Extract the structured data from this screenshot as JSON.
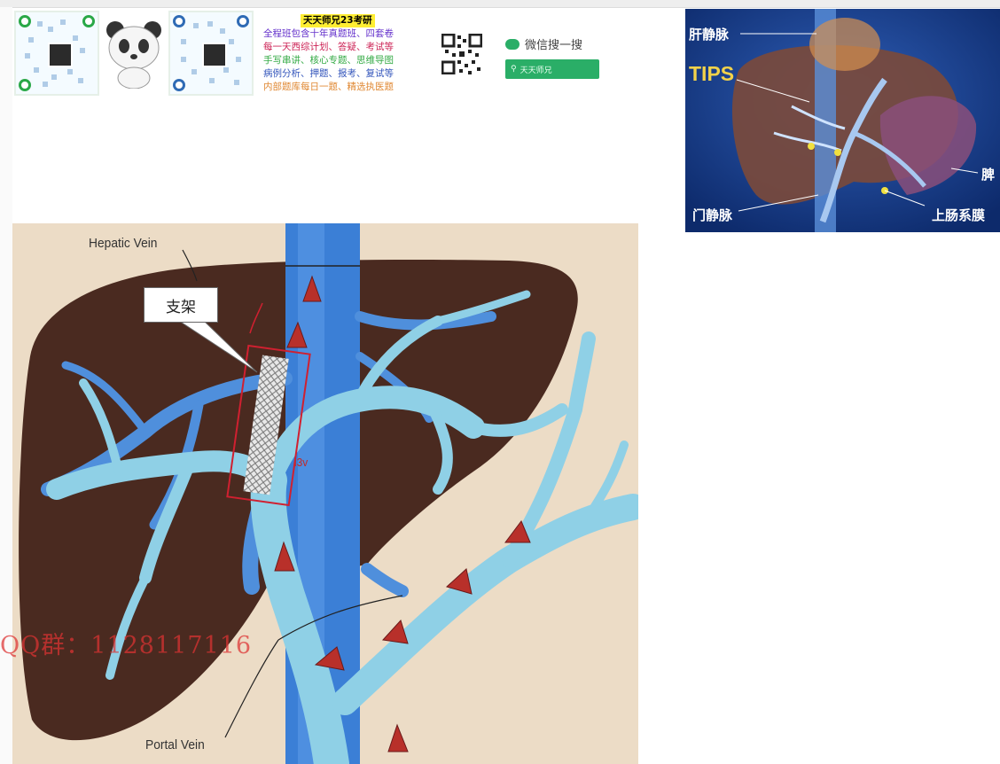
{
  "header": {
    "promo": {
      "title": "天天师兄23考研",
      "lines": [
        "全程班包含十年真题班、四套卷",
        "每一天西综计划、答疑、考试等",
        "手写串讲、核心专题、思维导图",
        "病例分析、押题、报考、复试等",
        "内部题库每日一题、精选执医题"
      ]
    },
    "wechat": {
      "label": "微信搜一搜",
      "search_value": "天天师兄",
      "search_icon": "search-icon"
    }
  },
  "tips_figure": {
    "labels": {
      "hepatic_vein": "肝静脉",
      "tips": "TIPS",
      "spleen": "脾",
      "portal_vein": "门静脉",
      "mesenteric": "上肠系膜"
    }
  },
  "liver_figure": {
    "labels": {
      "hepatic_vein": "Hepatic Vein",
      "portal_vein": "Portal Vein",
      "stent_callout": "支架",
      "annotation": "i3v"
    }
  },
  "watermark": "QQ群：1128117116",
  "colors": {
    "liver": "#4a2a20",
    "vein": "#7fc2dd",
    "ivc": "#3b7fd6",
    "arrow": "#b8302a",
    "tips_bg": "#1a3e8a",
    "wechat_green": "#2aae67"
  }
}
